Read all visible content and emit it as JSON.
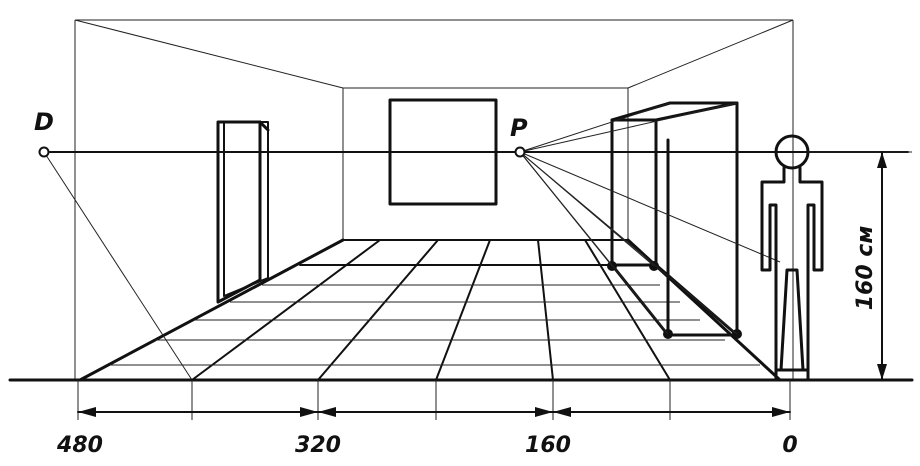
{
  "labels": {
    "distance_point": "D",
    "principal_point": "P",
    "height": "160 см"
  },
  "scale": {
    "ticks": [
      "480",
      "320",
      "160",
      "0"
    ]
  },
  "colors": {
    "ink": "#111111",
    "paper": "#ffffff"
  }
}
